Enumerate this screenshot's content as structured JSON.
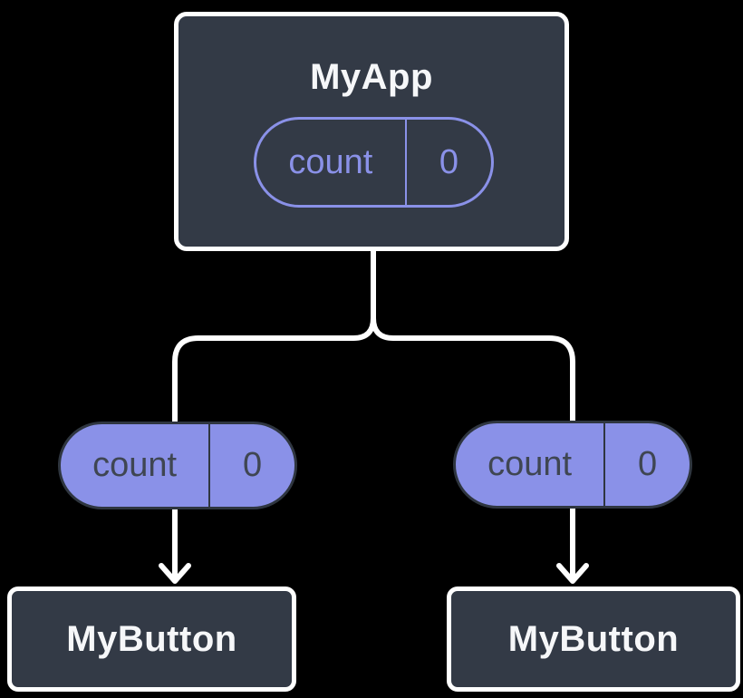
{
  "colors": {
    "background": "#000000",
    "node_fill": "#333A46",
    "node_border": "#FFFFFF",
    "node_text": "#F6F7F9",
    "pill_purple": "#8A91E8",
    "pill_dark": "#2F3640",
    "pill_dark_text": "#3F4652",
    "connector": "#FFFFFF"
  },
  "diagram": {
    "root": {
      "label": "MyApp",
      "state": {
        "name": "count",
        "value": "0"
      }
    },
    "children": [
      {
        "prop": {
          "name": "count",
          "value": "0"
        },
        "node": {
          "label": "MyButton"
        }
      },
      {
        "prop": {
          "name": "count",
          "value": "0"
        },
        "node": {
          "label": "MyButton"
        }
      }
    ]
  }
}
